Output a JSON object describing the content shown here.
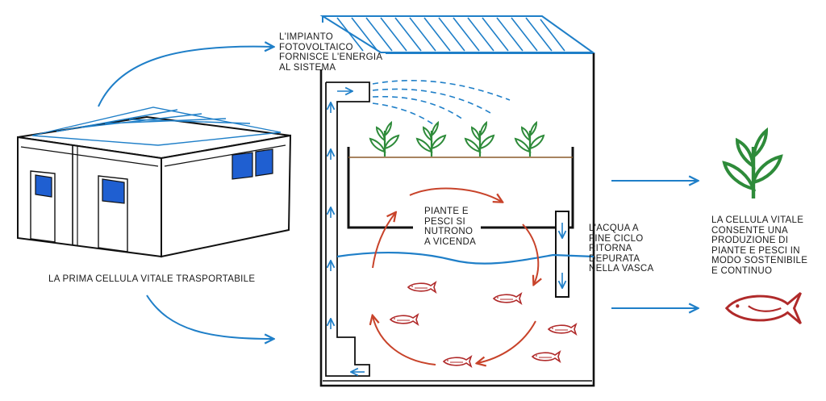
{
  "labels": {
    "solar_panel": "L'IMPIANTO\nFOTOVOLTAICO\nFORNISCE L'ENERGIA\nAL SISTEMA",
    "portable_cell": "LA PRIMA CELLULA VITALE TRASPORTABILE",
    "mutual_feeding": "PIANTE E\nPESCI SI\nNUTRONO\nA VICENDA",
    "water_return": "L'ACQUA A\nFINE CICLO\nRITORNA\nDEPURATA\nNELLA VASCA",
    "outcome": "LA CELLULA VITALE\nCONSENTE UNA\nPRODUZIONE DI\nPIANTE E PESCI IN\nMODO SOSTENIBILE\nE CONTINUO"
  },
  "colors": {
    "water_flow": "#1f7fc8",
    "cycle_arrow": "#c8432a",
    "plant": "#2e8b3a",
    "fish": "#b02a2a",
    "window": "#1f5fd1",
    "outline": "#111111",
    "soil": "#8a5a2b"
  },
  "icons": [
    "solar-panel-icon",
    "container-unit-icon",
    "plant-icon",
    "fish-icon"
  ]
}
